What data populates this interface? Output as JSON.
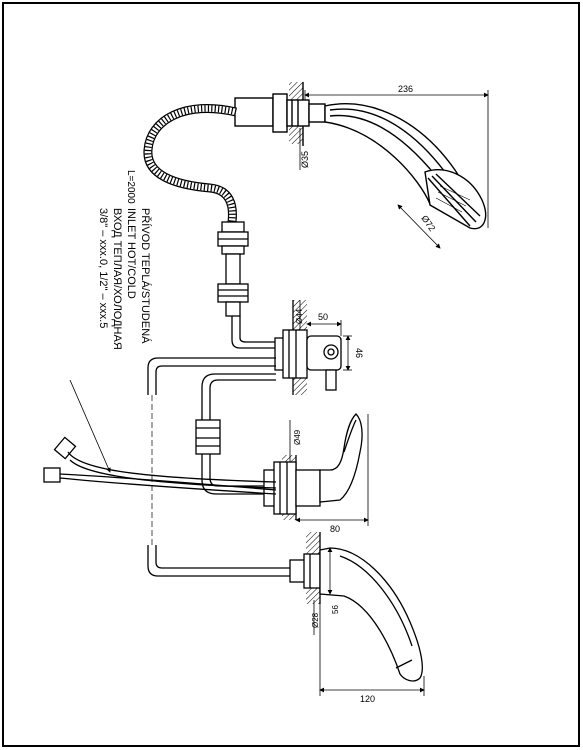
{
  "dimensions": {
    "shower_length": "236",
    "shower_diameter": "Ø72",
    "hose_nut": "Ø35",
    "hose_length": "L=2000",
    "mixer_rosette": "Ø44",
    "mixer_depth": "50",
    "mixer_height": "46",
    "tap_rosette": "Ø49",
    "tap_depth": "80",
    "spout_rosette": "Ø28",
    "spout_height": "56",
    "spout_length": "120"
  },
  "inlet_note": {
    "line1": "PŘÍVOD TEPLÁ/STUDENÁ",
    "line2": "INLET HOT/COLD",
    "line3": "ВХОД ТЕПЛАЯ/ХОЛОДНАЯ",
    "line4": "3/8\" – xxx.0, 1/2\" – xxx.5"
  }
}
